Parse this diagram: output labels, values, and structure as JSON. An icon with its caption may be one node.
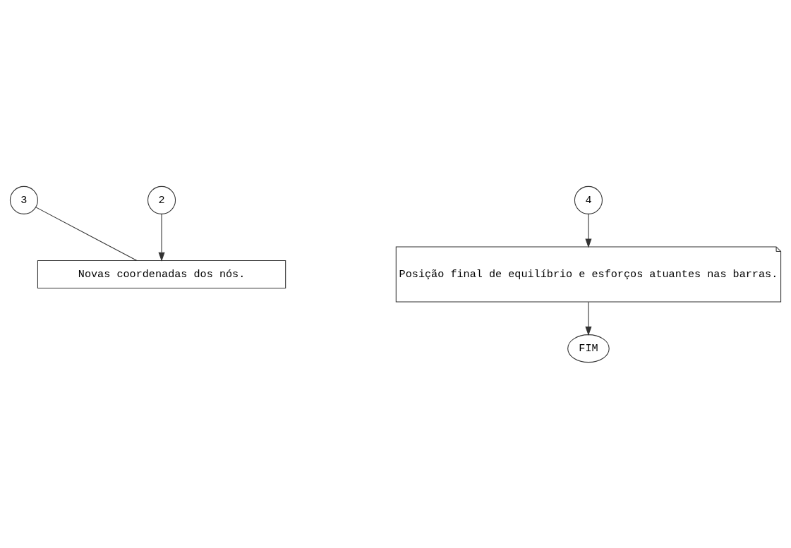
{
  "diagram": {
    "nodes": [
      {
        "text": [
          "3"
        ]
      },
      {
        "text": [
          "2"
        ]
      },
      {
        "text": [
          "4"
        ]
      },
      {
        "text": [
          "Novas coordenadas dos nós."
        ]
      },
      {
        "text": [
          "Posição final de equilíbrio e esforços atuantes nas barras."
        ]
      },
      {
        "text": [
          "FIM"
        ]
      }
    ],
    "edges": [
      {
        "from": 1,
        "to": 3,
        "arrow": "to"
      },
      {
        "from": 3,
        "to": 0,
        "arrow": "none"
      },
      {
        "from": 2,
        "to": 4,
        "arrow": "to"
      },
      {
        "from": 4,
        "to": 5,
        "arrow": "to"
      }
    ]
  }
}
